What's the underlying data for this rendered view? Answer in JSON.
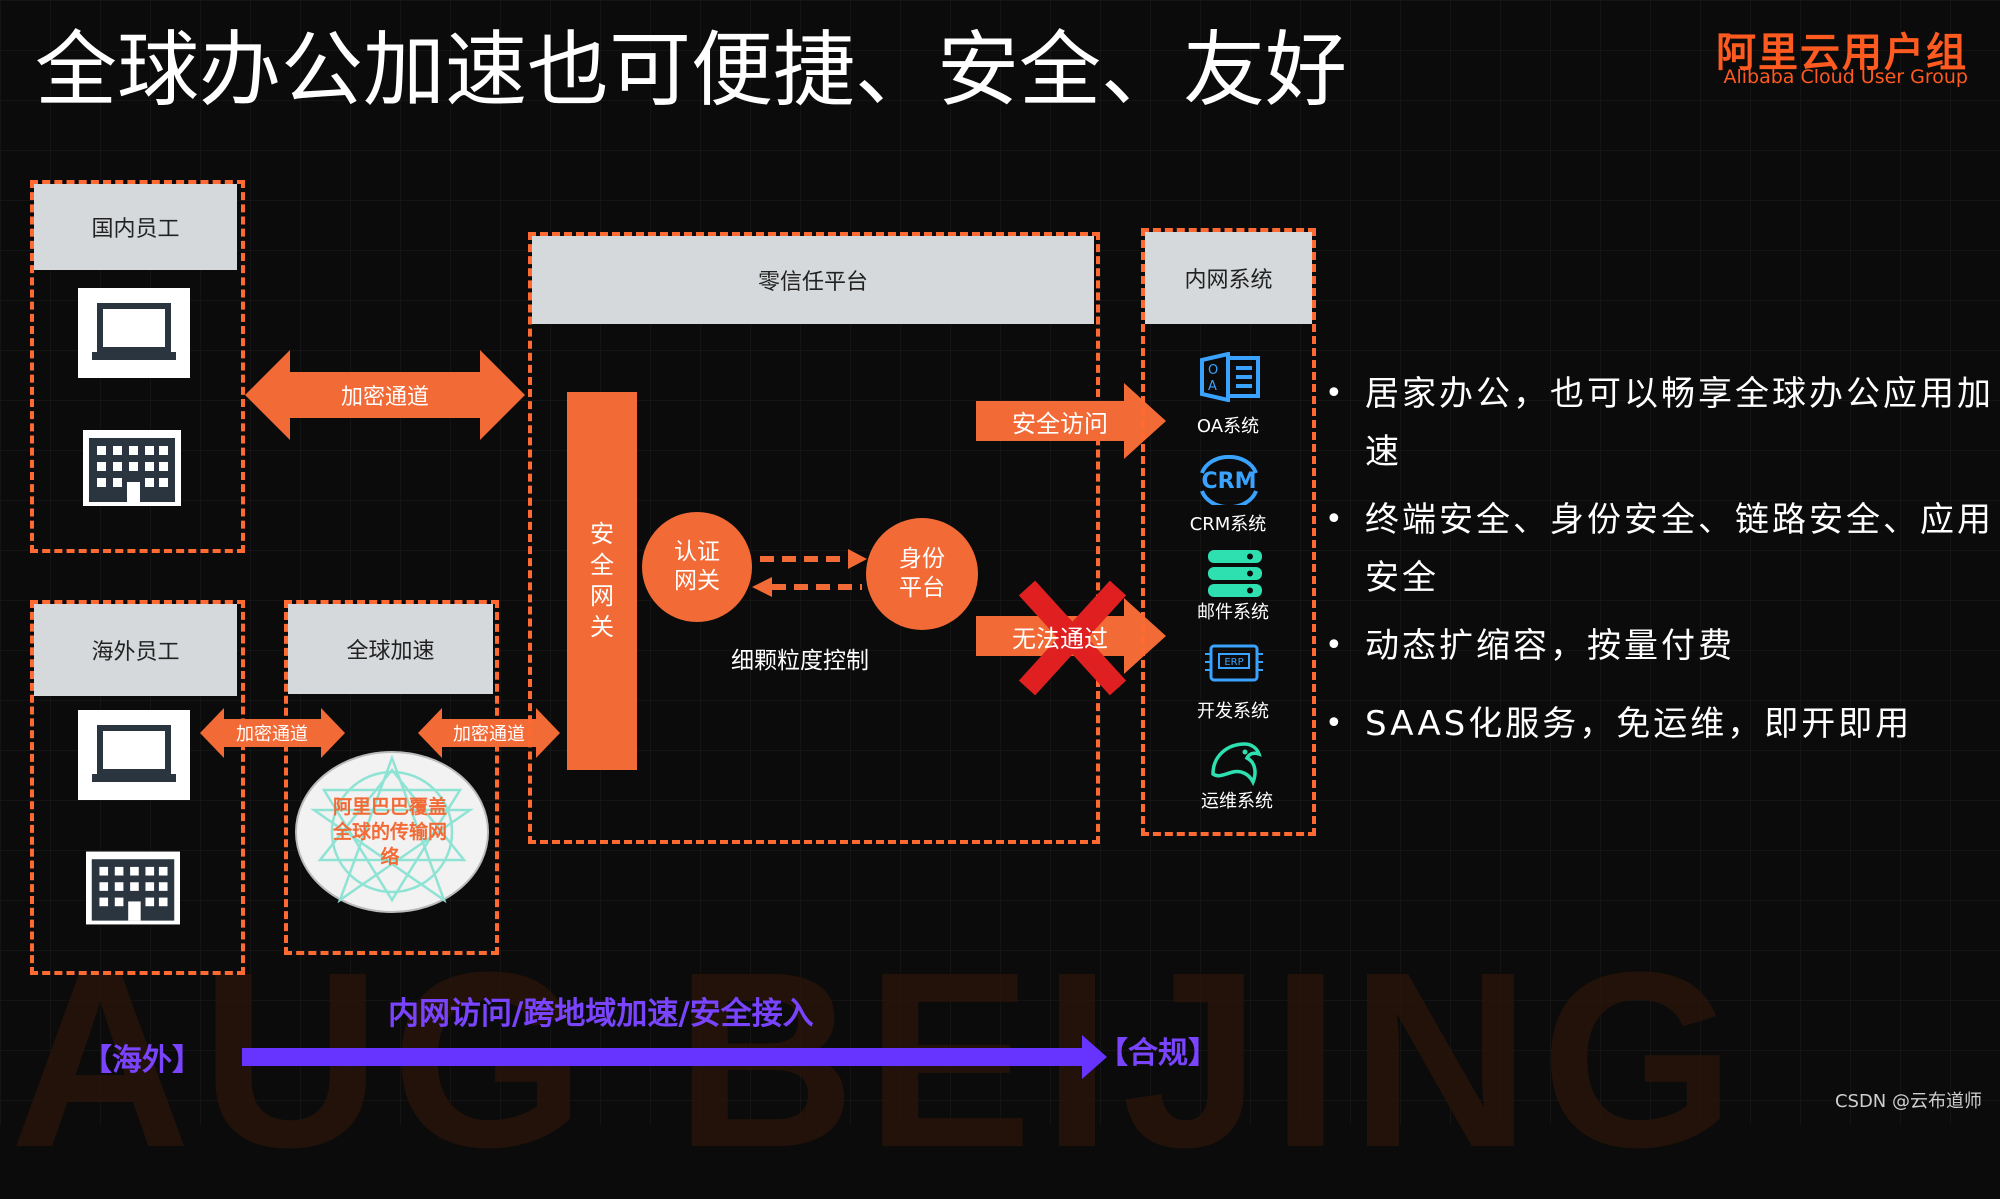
{
  "title": "全球办公加速也可便捷、安全、友好",
  "logo": {
    "name": "阿里云用户组",
    "subtitle": "Alibaba Cloud User Group"
  },
  "watermark": "AUG BEIJING",
  "left_panel": {
    "domestic_header": "国内员工",
    "overseas_header": "海外员工",
    "global_accel_header": "全球加速",
    "network_text": "阿里巴巴覆盖全球的传输网络"
  },
  "channels": {
    "main": "加密通道",
    "left_small": "加密通道",
    "right_small": "加密通道"
  },
  "zero_trust": {
    "header": "零信任平台",
    "gateway": "安全网关",
    "auth": "认证网关",
    "identity": "身份平台",
    "fine_grained": "细颗粒度控制"
  },
  "arrows": {
    "access": "安全访问",
    "blocked": "无法通过"
  },
  "intranet": {
    "header": "内网系统",
    "systems": [
      {
        "label": "OA系统",
        "icon": "oa-icon"
      },
      {
        "label": "CRM系统",
        "icon": "crm-icon"
      },
      {
        "label": "邮件系统",
        "icon": "mail-server-icon"
      },
      {
        "label": "开发系统",
        "icon": "erp-chip-icon"
      },
      {
        "label": "运维系统",
        "icon": "dolphin-icon"
      }
    ]
  },
  "bullets": [
    "居家办公，也可以畅享全球办公应用加速",
    "终端安全、身份安全、链路安全、应用安全",
    "动态扩缩容，按量付费",
    "SAAS化服务，免运维，即开即用"
  ],
  "bottom": {
    "caption": "内网访问/跨地域加速/安全接入",
    "from": "【海外】",
    "to": "【合规】"
  },
  "footer": "CSDN @云布道师",
  "colors": {
    "accent": "#f26a36",
    "dash": "#ff6a33",
    "purple": "#6633ff",
    "brand": "#ff5a1f"
  }
}
